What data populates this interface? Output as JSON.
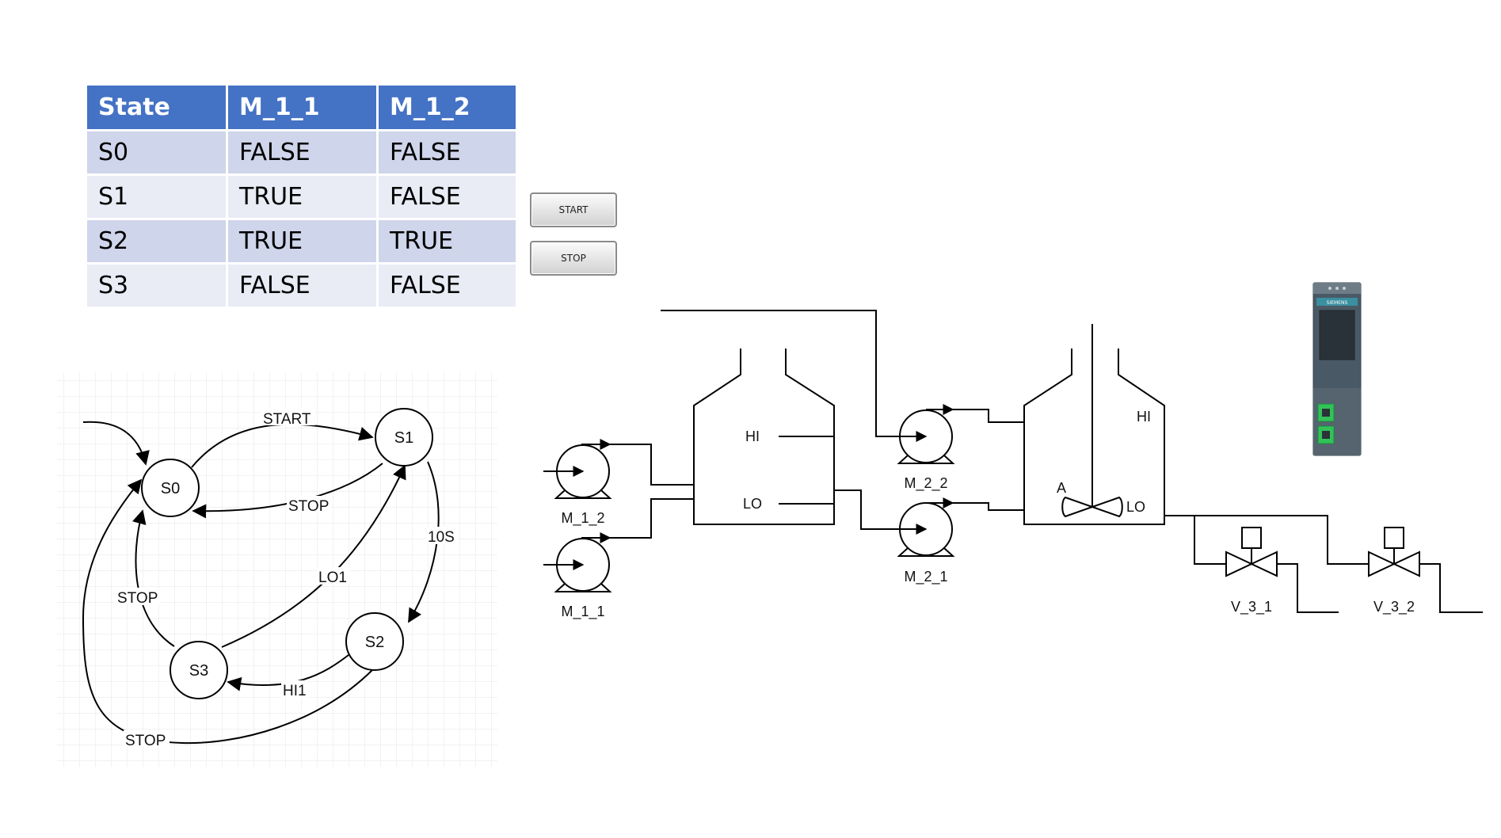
{
  "table": {
    "headers": [
      "State",
      "M_1_1",
      "M_1_2"
    ],
    "rows": [
      [
        "S0",
        "FALSE",
        "FALSE"
      ],
      [
        "S1",
        "TRUE",
        "FALSE"
      ],
      [
        "S2",
        "TRUE",
        "TRUE"
      ],
      [
        "S3",
        "FALSE",
        "FALSE"
      ]
    ]
  },
  "buttons": {
    "start_label": "START",
    "stop_label": "STOP"
  },
  "state_machine": {
    "states": [
      "S0",
      "S1",
      "S2",
      "S3"
    ],
    "transitions": {
      "s0_s1": "START",
      "s1_s0": "STOP",
      "s1_s2": "10S",
      "s2_s3": "HI1",
      "s3_s1": "LO1",
      "s3_s0": "STOP",
      "s2_s0": "STOP"
    }
  },
  "process": {
    "pumps": {
      "m12": "M_1_2",
      "m11": "M_1_1",
      "m22": "M_2_2",
      "m21": "M_2_1"
    },
    "tank1": {
      "hi": "HI",
      "lo": "LO"
    },
    "tank2": {
      "hi": "HI",
      "lo": "LO",
      "agitator": "A"
    },
    "valves": {
      "v31": "V_3_1",
      "v32": "V_3_2"
    },
    "plc_brand": "SIEMENS"
  },
  "colors": {
    "header_blue": "#4472C4",
    "row_dark": "#CFD5EA",
    "row_light": "#E9EBF5",
    "plc_body": "#4a5966",
    "plc_port_green": "#32c25a"
  }
}
